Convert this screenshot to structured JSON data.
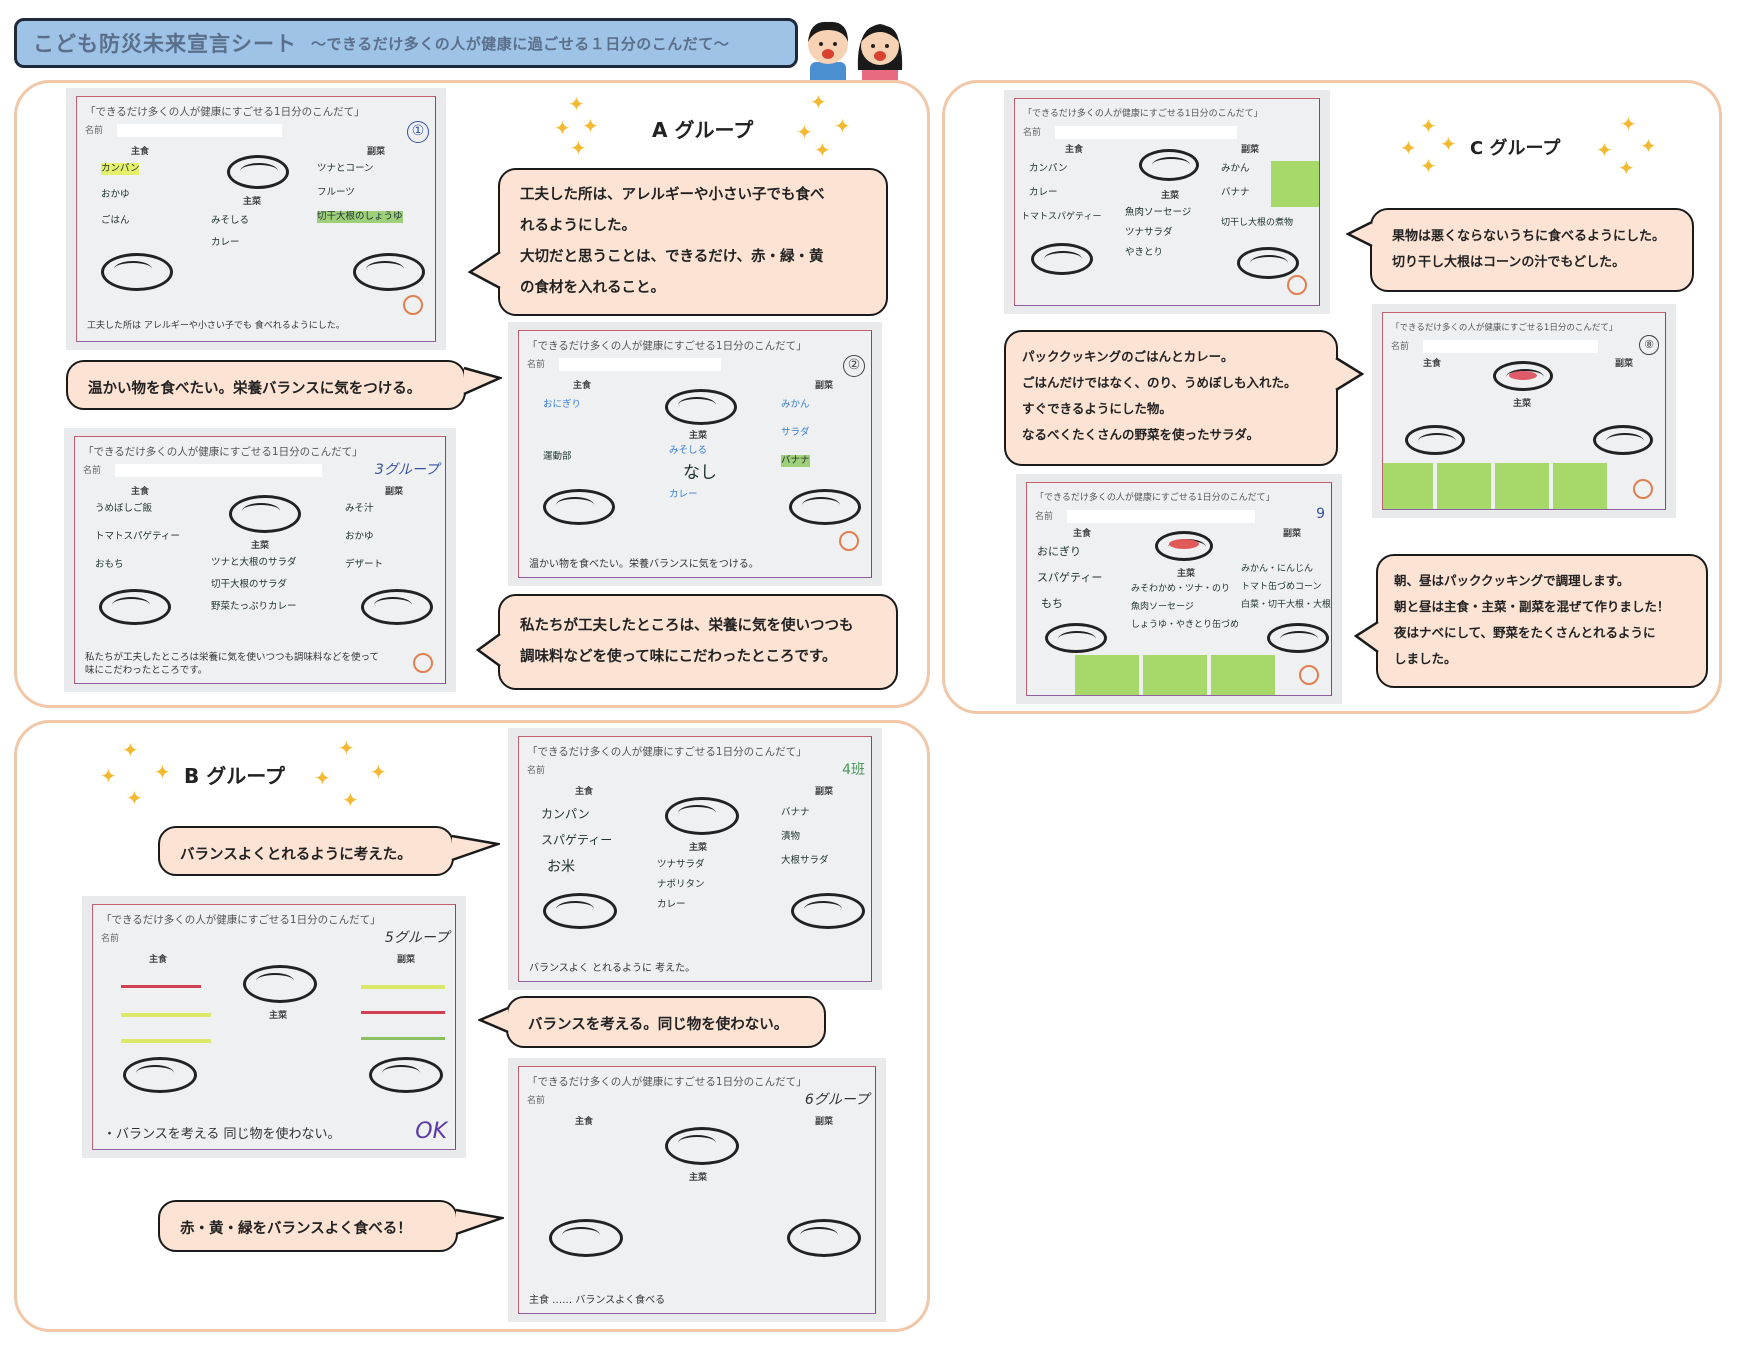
{
  "header": {
    "title": "こども防災未来宣言シート",
    "subtitle": "～できるだけ多くの人が健康に過ごせる１日分のこんだて～"
  },
  "colors": {
    "title_bg": "#9fc3e7",
    "panel_border": "#f1c7a8",
    "bubble_bg": "#fde3d4",
    "star": "#f2b931",
    "sticky_note": "#a6d86a"
  },
  "worksheet_template": {
    "heading": "「できるだけ多くの人が健康にすごせる1日分のこんだて」",
    "name_label": "名前",
    "staple_label": "主食",
    "main_label": "主菜",
    "side_label": "副菜"
  },
  "groups": {
    "a": {
      "title": "A グループ",
      "comments": [
        {
          "lines": [
            "工夫した所は、アレルギーや小さい子でも食べ",
            "れるようにした。",
            "大切だと思うことは、できるだけ、赤・緑・黄",
            "の食材を入れること。"
          ]
        },
        {
          "lines": [
            "温かい物を食べたい。栄養バランスに気をつける。"
          ]
        },
        {
          "lines": [
            "私たちが工夫したところは、栄養に気を使いつつも",
            "調味料などを使って味にこだわったところです。"
          ]
        }
      ],
      "sheets": [
        {
          "mark": "①",
          "staple": [
            "カンパン",
            "おかゆ",
            "ごはん"
          ],
          "main": [
            "みそしる",
            "カレー"
          ],
          "side": [
            "ツナとコーン",
            "フルーツ",
            "切干大根のしょうゆ"
          ],
          "footer": "工夫した所は アレルギーや小さい子でも 食べれるようにした。"
        },
        {
          "mark": "②",
          "staple": [
            "おにぎり",
            "運動部"
          ],
          "main": [
            "みそしる",
            "なし",
            "カレー"
          ],
          "side": [
            "みかん",
            "サラダ",
            "バナナ"
          ],
          "footer": "温かい物を食べたい。栄養バランスに気をつける。"
        },
        {
          "mark": "3グループ",
          "staple": [
            "うめぼしご飯",
            "トマトスパゲティー",
            "おもち"
          ],
          "main": [
            "ツナと大根のサラダ",
            "切干大根のサラダ",
            "野菜たっぷりカレー"
          ],
          "side": [
            "みそ汁",
            "おかゆ",
            "デザート"
          ],
          "footer": "私たちが工夫したところは栄養に気を使いつつも調味料などを使って味にこだわったところです。"
        }
      ]
    },
    "b": {
      "title": "B グループ",
      "comments": [
        {
          "lines": [
            "バランスよくとれるように考えた。"
          ]
        },
        {
          "lines": [
            "バランスを考える。同じ物を使わない。"
          ]
        },
        {
          "lines": [
            "赤・黄・緑をバランスよく食べる！"
          ]
        }
      ],
      "sheets": [
        {
          "mark": "4班",
          "staple": [
            "カンパン",
            "スパゲティー",
            "お米"
          ],
          "main": [
            "ツナサラダ",
            "ナポリタン",
            "カレー"
          ],
          "side": [
            "バナナ",
            "漬物",
            "大根サラダ"
          ],
          "footer": "バランスよく とれるように 考えた。"
        },
        {
          "mark": "5グループ",
          "staple": [],
          "main": [],
          "side": [],
          "footer": "・バランスを考える 同じ物を使わない。",
          "check": "OK"
        },
        {
          "mark": "6グループ",
          "staple": [],
          "main": [],
          "side": [],
          "footer": "主食 …… バランスよく食べる"
        }
      ]
    },
    "c": {
      "title": "C グループ",
      "comments": [
        {
          "lines": [
            "果物は悪くならないうちに食べるようにした。",
            "切り干し大根はコーンの汁でもどした。"
          ]
        },
        {
          "lines": [
            "パッククッキングのごはんとカレー。",
            "ごはんだけではなく、のり、うめぼしも入れた。",
            "すぐできるようにした物。",
            "なるべくたくさんの野菜を使ったサラダ。"
          ]
        },
        {
          "lines": [
            "朝、昼はパッククッキングで調理します。",
            "朝と昼は主食・主菜・副菜を混ぜて作りました！",
            "夜はナベにして、野菜をたくさんとれるように",
            "しました。"
          ]
        }
      ],
      "sheets": [
        {
          "mark": "",
          "staple": [
            "カンパン",
            "カレー",
            "トマトスパゲティー"
          ],
          "main": [
            "魚肉ソーセージ",
            "ツナサラダ",
            "やきとり"
          ],
          "side": [
            "みかん",
            "バナナ",
            "切干し大根の煮物"
          ],
          "footer": ""
        },
        {
          "mark": "⑧",
          "staple": [],
          "main": [],
          "side": [],
          "footer": ""
        },
        {
          "mark": "9",
          "staple": [
            "おにぎり",
            "スパゲティー",
            "もち"
          ],
          "main": [
            "みそわかめ・ツナ・のり",
            "魚肉ソーセージ",
            "しょうゆ・やきとり缶づめ"
          ],
          "side": [
            "みかん・にんじん",
            "トマト缶づめコーン",
            "白菜・切干大根・大根"
          ],
          "footer": ""
        }
      ]
    }
  }
}
